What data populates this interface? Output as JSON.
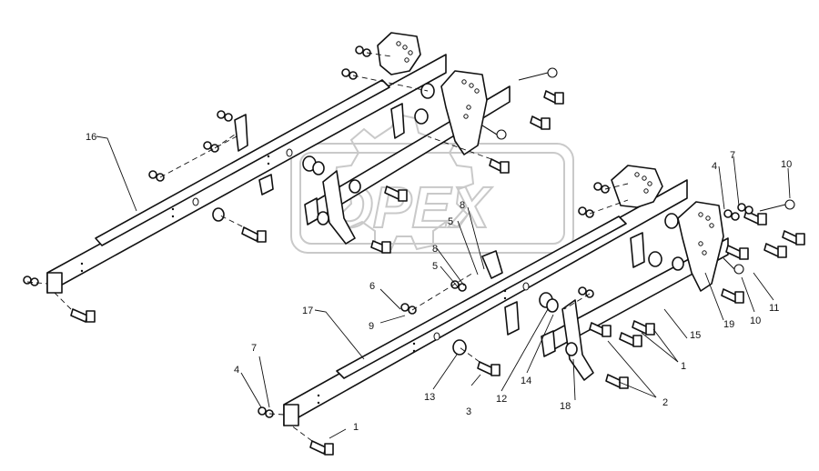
{
  "watermark": {
    "text": "OPEX"
  },
  "callouts": {
    "c1a": "1",
    "c1b": "1",
    "c2": "2",
    "c3": "3",
    "c4a": "4",
    "c4b": "4",
    "c5a": "5",
    "c5b": "5",
    "c6": "6",
    "c7a": "7",
    "c7b": "7",
    "c8a": "8",
    "c8b": "8",
    "c9": "9",
    "c10a": "10",
    "c10b": "10",
    "c11": "11",
    "c12": "12",
    "c13": "13",
    "c14": "14",
    "c15": "15",
    "c16": "16",
    "c17": "17",
    "c18": "18",
    "c19": "19"
  }
}
